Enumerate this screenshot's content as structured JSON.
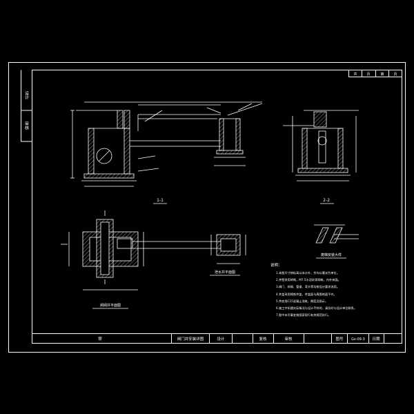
{
  "colors": {
    "background": "#000000",
    "frame": "#ffffff",
    "drawing_line": "#ffffff",
    "dimension_line": "#ffffff",
    "annotation": "#ffffff",
    "hatch": "#bbbbbb"
  },
  "title_block": {
    "drawing_title": "阀门井安装详图",
    "cells": [
      "审",
      "设计",
      "复核",
      "审核",
      "图号",
      "日期"
    ],
    "drawing_no": "Gs-09-3"
  },
  "top_right_cells": [
    "共",
    "页",
    "第",
    "页"
  ],
  "left_strip": {
    "top": "设计",
    "bottom": "审核"
  },
  "section_labels": {
    "section_1": "1-1",
    "section_2": "2-2",
    "plan_left": "闸阀井平面图",
    "plan_right": "泄水井平面图",
    "detail": "爬梯安装大样"
  },
  "notes": {
    "heading": "说明：",
    "items": [
      "1.本图尺寸除标高以米计外，余均以毫米为单位。",
      "2.井壁采用砖砌，M7.5水泥砂浆砌筑，内外抹面。",
      "3.阀门、闸阀、管道、弯头等均按设计要求选用。",
      "4.井盖采用铸铁井盖，井盖面与周围地面平齐。",
      "5.井底用C15混凝土浇筑，厚度见图示。",
      "6.施工中如遇实际情况与设计不符时，请及时与设计单位联系。",
      "7.图中未尽事宜按国家现行有关规范执行。"
    ]
  }
}
